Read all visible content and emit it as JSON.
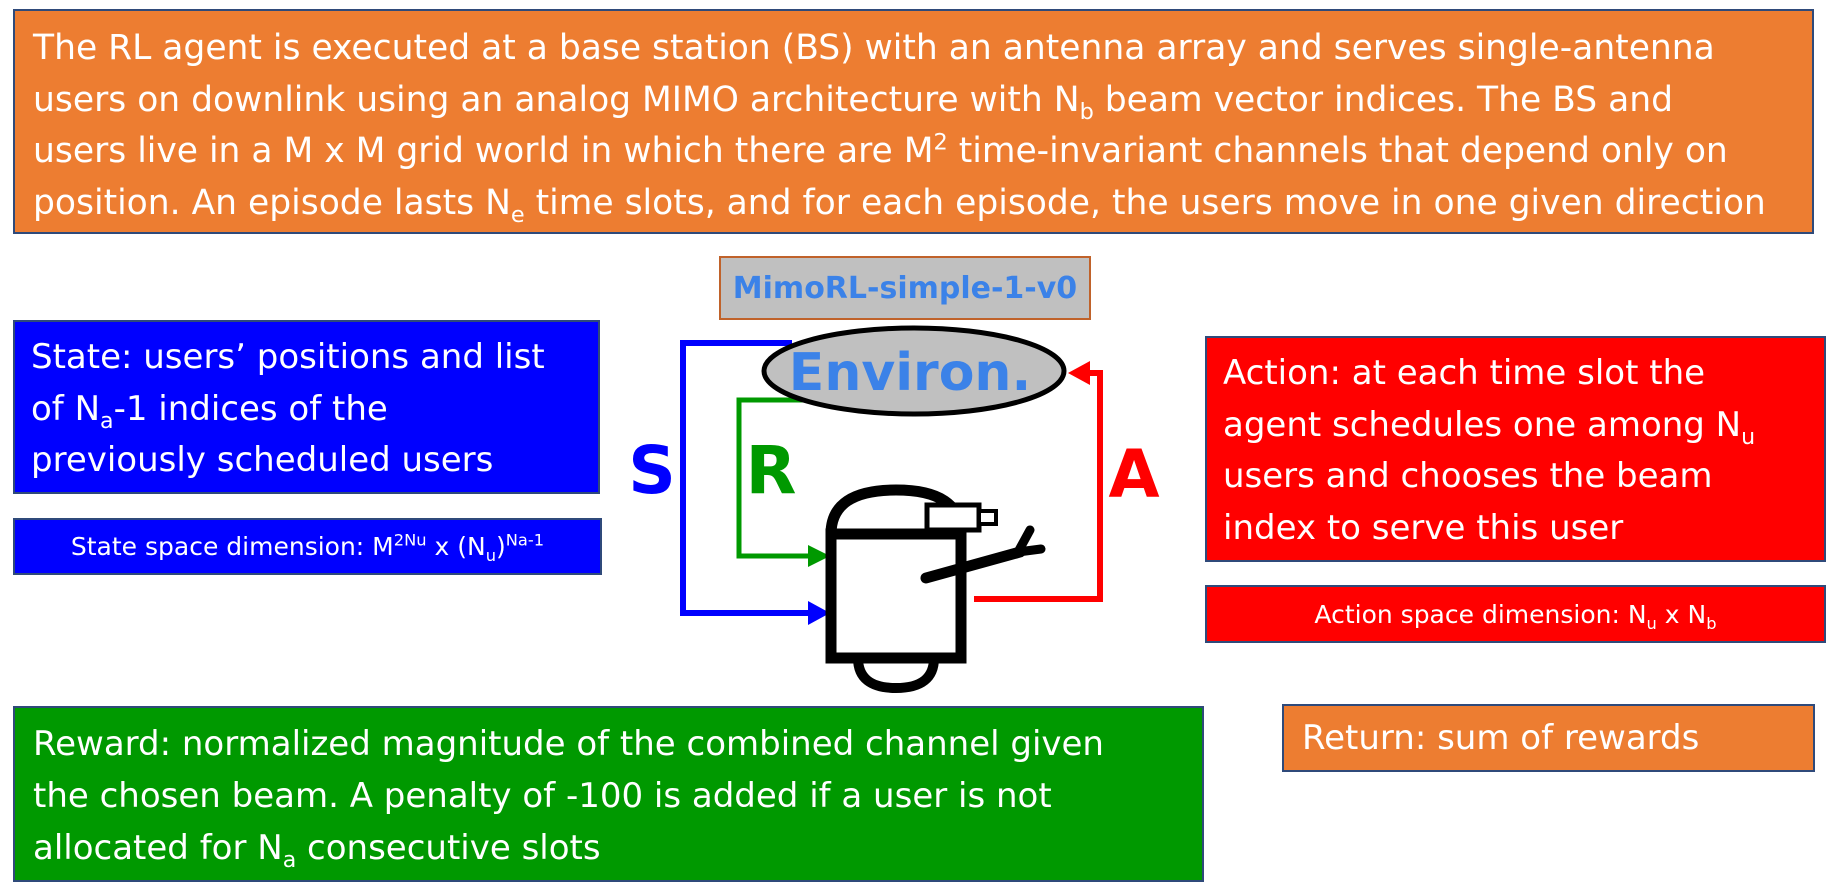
{
  "top_description": {
    "lines": [
      {
        "parts": [
          {
            "t": "The RL agent is executed at a base station (BS) with an antenna array and serves single-antenna",
            "s": ""
          }
        ]
      },
      {
        "parts": [
          {
            "t": "users on downlink using an analog MIMO architecture with N",
            "s": ""
          },
          {
            "t": "b",
            "s": "sub"
          },
          {
            "t": " beam vector indices. The BS and",
            "s": ""
          }
        ]
      },
      {
        "parts": [
          {
            "t": "users live in a M x M grid world in which there are M",
            "s": ""
          },
          {
            "t": "2",
            "s": "sup"
          },
          {
            "t": " time-invariant channels that depend only on",
            "s": ""
          }
        ]
      },
      {
        "parts": [
          {
            "t": "position. An episode lasts N",
            "s": ""
          },
          {
            "t": "e",
            "s": "sub"
          },
          {
            "t": " time slots, and for each episode, the users move in one given direction",
            "s": ""
          }
        ]
      }
    ]
  },
  "env_label": "MimoRL-simple-1-v0",
  "environment_node": "Environ.",
  "state": {
    "lines": [
      {
        "parts": [
          {
            "t": "State: users’ positions and list",
            "s": ""
          }
        ]
      },
      {
        "parts": [
          {
            "t": "of N",
            "s": ""
          },
          {
            "t": "a",
            "s": "sub"
          },
          {
            "t": "-1 indices of the",
            "s": ""
          }
        ]
      },
      {
        "parts": [
          {
            "t": "previously scheduled users",
            "s": ""
          }
        ]
      }
    ]
  },
  "state_dim": {
    "lines": [
      {
        "parts": [
          {
            "t": "State space dimension: M",
            "s": ""
          },
          {
            "t": "2Nu",
            "s": "sup"
          },
          {
            "t": " x (N",
            "s": ""
          },
          {
            "t": "u",
            "s": "sub"
          },
          {
            "t": ")",
            "s": ""
          },
          {
            "t": "Na-1",
            "s": "sup"
          }
        ]
      }
    ]
  },
  "action": {
    "lines": [
      {
        "parts": [
          {
            "t": "Action: at each time slot the",
            "s": ""
          }
        ]
      },
      {
        "parts": [
          {
            "t": "agent schedules one among N",
            "s": ""
          },
          {
            "t": "u",
            "s": "sub"
          }
        ]
      },
      {
        "parts": [
          {
            "t": "users and chooses the beam",
            "s": ""
          }
        ]
      },
      {
        "parts": [
          {
            "t": "index to serve this user",
            "s": ""
          }
        ]
      }
    ]
  },
  "action_dim": {
    "lines": [
      {
        "parts": [
          {
            "t": "Action space dimension: N",
            "s": ""
          },
          {
            "t": "u",
            "s": "sub"
          },
          {
            "t": " x N",
            "s": ""
          },
          {
            "t": "b",
            "s": "sub"
          }
        ]
      }
    ]
  },
  "reward": {
    "lines": [
      {
        "parts": [
          {
            "t": "Reward: normalized magnitude of the combined channel given",
            "s": ""
          }
        ]
      },
      {
        "parts": [
          {
            "t": "the chosen beam. A penalty of -100 is added if a user is not",
            "s": ""
          }
        ]
      },
      {
        "parts": [
          {
            "t": "allocated for N",
            "s": ""
          },
          {
            "t": "a",
            "s": "sub"
          },
          {
            "t": " consecutive slots",
            "s": ""
          }
        ]
      }
    ]
  },
  "return_text": "Return: sum of rewards",
  "loop_labels": {
    "state": "S",
    "reward": "R",
    "action": "A"
  },
  "colors": {
    "orange": "#ed7d31",
    "blue": "#0000ff",
    "red": "#ff0000",
    "green": "#009900",
    "env_fill": "#c0c0c0",
    "env_label_text": "#3b82e8",
    "state_arrow": "#0000ff",
    "reward_arrow": "#009900",
    "action_arrow": "#ff0000"
  },
  "icons": {
    "agent": "robot-agent-icon"
  }
}
